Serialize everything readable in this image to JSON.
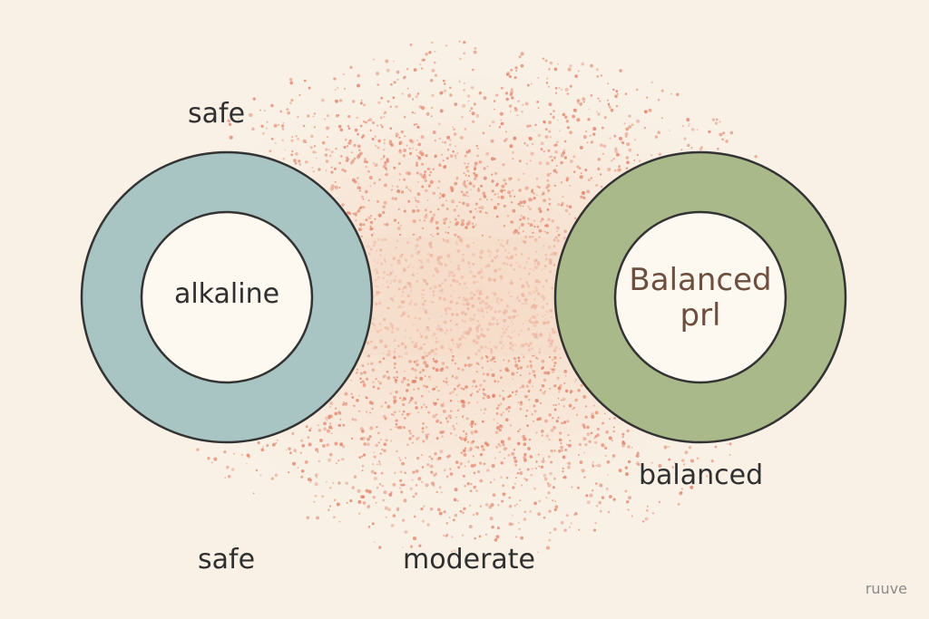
{
  "colors": {
    "background": "#f9f1e6",
    "left_ring_fill": "#a8c5c3",
    "right_ring_fill": "#a9b98a",
    "ring_stroke": "#333333",
    "inner_fill": "#fdf8f0",
    "dots": "#e07f66",
    "right_text": "#6e4f3f"
  },
  "left_ring": {
    "text": "alkaline"
  },
  "right_ring": {
    "line1": "Balanced",
    "line2": "prl"
  },
  "labels": {
    "top_left": "safe",
    "bottom_left": "safe",
    "bottom_center": "moderate",
    "right_below": "balanced"
  },
  "watermark": "ruuve"
}
